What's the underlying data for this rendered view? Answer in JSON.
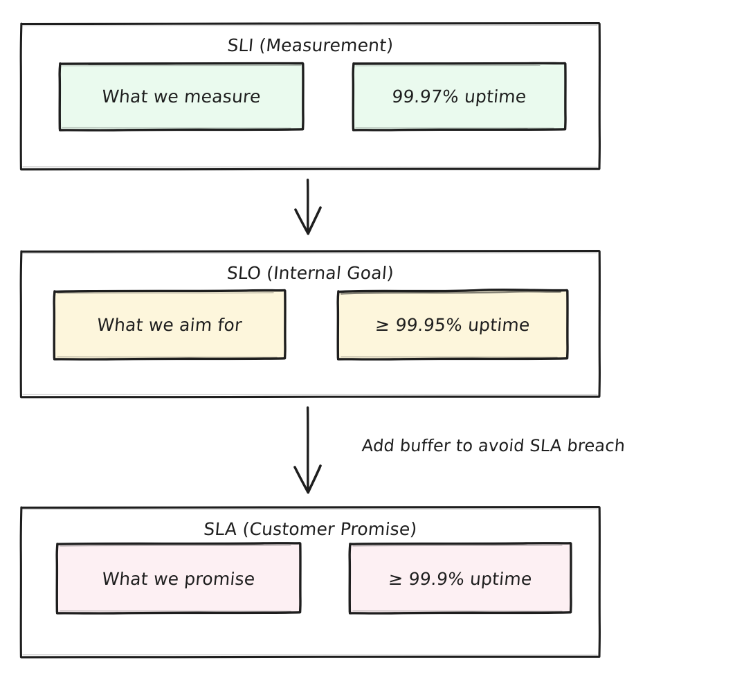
{
  "diagram": {
    "title_semantic": "SLI SLO SLA relationship",
    "background": "#ffffff",
    "stroke_color": "#1e1e1e",
    "groups": [
      {
        "id": "sli",
        "title": "SLI (Measurement)",
        "fill": "#eafaee",
        "nodes": [
          {
            "id": "sli-definition",
            "label": "What we measure"
          },
          {
            "id": "sli-value",
            "label": "99.97% uptime"
          }
        ]
      },
      {
        "id": "slo",
        "title": "SLO (Internal Goal)",
        "fill": "#fdf6dc",
        "nodes": [
          {
            "id": "slo-definition",
            "label": "What we aim for"
          },
          {
            "id": "slo-value",
            "label": "≥ 99.95% uptime"
          }
        ]
      },
      {
        "id": "sla",
        "title": "SLA (Customer Promise)",
        "fill": "#fdf0f3",
        "nodes": [
          {
            "id": "sla-definition",
            "label": "What we promise"
          },
          {
            "id": "sla-value",
            "label": "≥ 99.9% uptime"
          }
        ]
      }
    ],
    "connectors": [
      {
        "id": "sli-to-slo",
        "from": "sli",
        "to": "slo",
        "label": ""
      },
      {
        "id": "slo-to-sla",
        "from": "slo",
        "to": "sla",
        "label": "Add buffer to avoid SLA breach"
      }
    ]
  }
}
